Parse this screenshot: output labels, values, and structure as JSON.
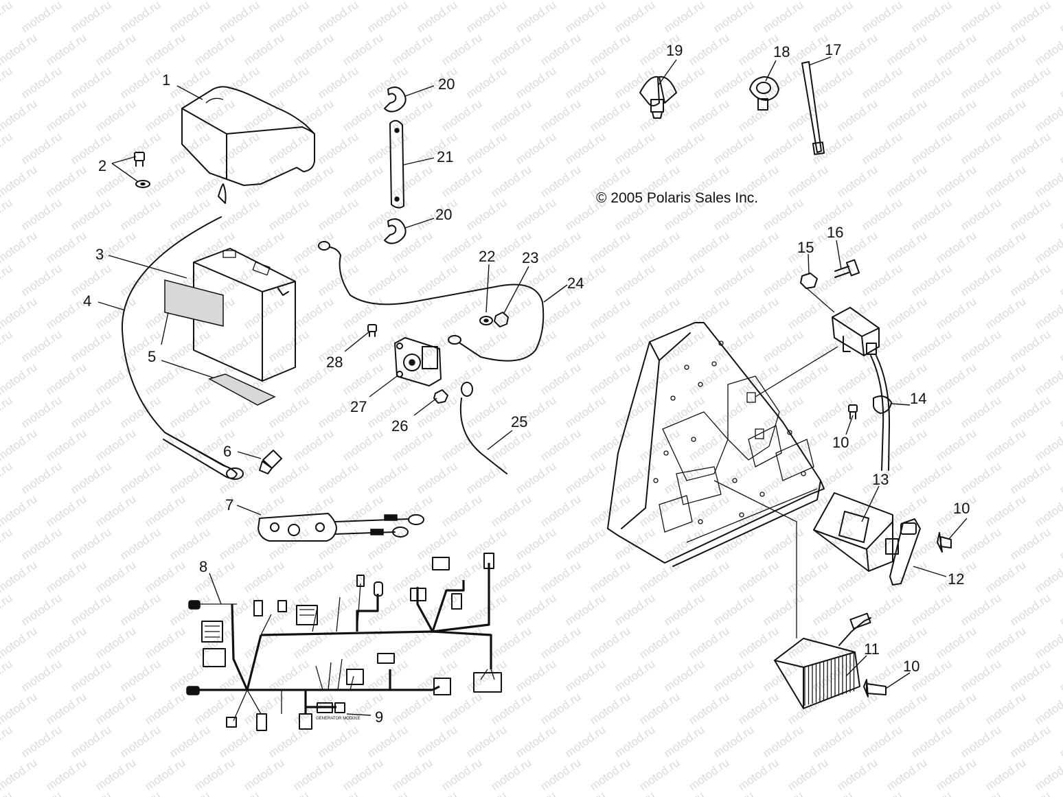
{
  "copyright": "© 2005 Polaris Sales Inc.",
  "watermark": "motod.ru",
  "connector_label": "GENERATOR MODULE",
  "callouts": [
    "1",
    "2",
    "3",
    "4",
    "5",
    "6",
    "7",
    "8",
    "9",
    "10",
    "11",
    "12",
    "13",
    "14",
    "15",
    "16",
    "17",
    "18",
    "19",
    "20",
    "21",
    "22",
    "23",
    "24",
    "25",
    "26",
    "27",
    "28"
  ],
  "colors": {
    "line": "#111111",
    "watermark": "#bcbcbc",
    "background": "#ffffff"
  }
}
